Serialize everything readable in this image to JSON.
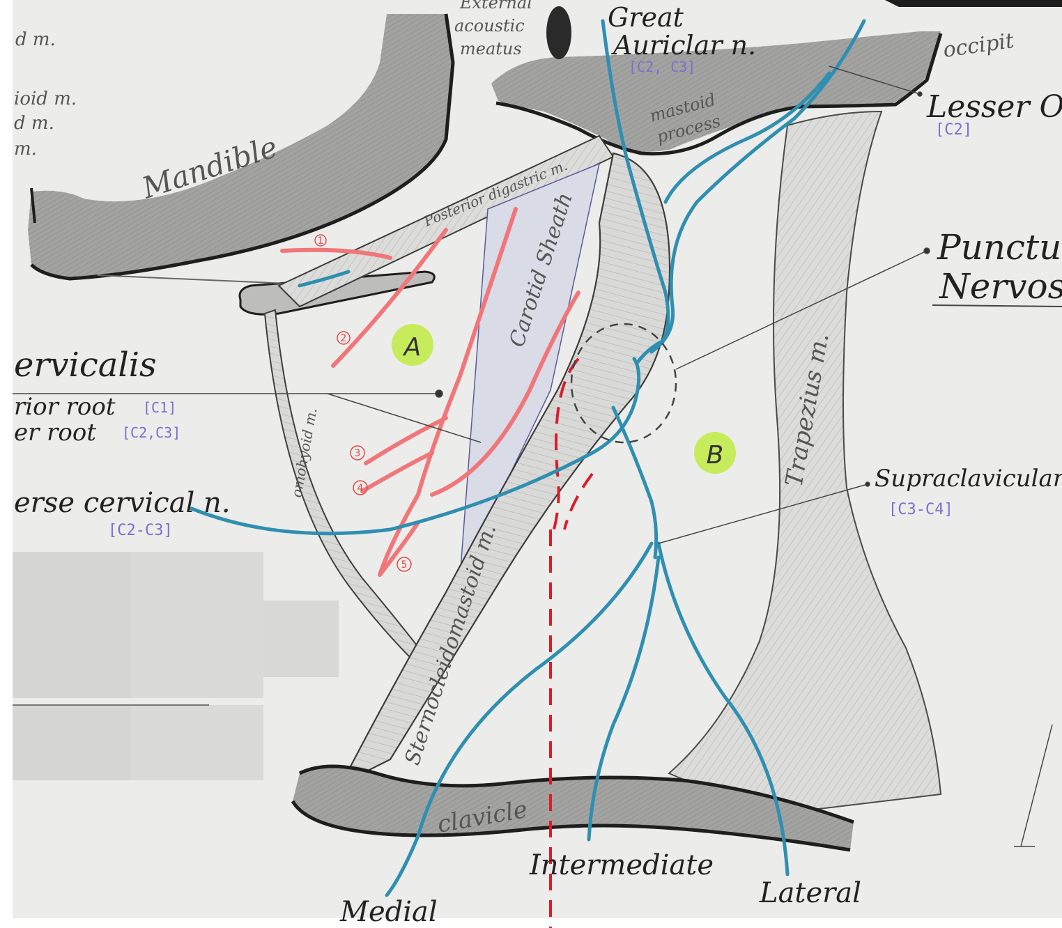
{
  "colors": {
    "paper": "#ececea",
    "bone_fill": "#a9a9a9",
    "bone_outline": "#1e1e1e",
    "muscle_fill": "#d8d8d6",
    "muscle_line": "#5b5b5b",
    "nerve_blue": "#2f8fb0",
    "artery_red": "#f0767a",
    "region_marker": "#c6ec5c",
    "segment_label": "#7d73d6"
  },
  "left_fragments": [
    "d m.",
    "ioid m.",
    "d m.",
    "m."
  ],
  "bones": {
    "mandible": "Mandible",
    "external_meatus": [
      "External",
      "acoustic",
      "meatus"
    ],
    "mastoid": [
      "mastoid",
      "process"
    ],
    "occiput": "occipit",
    "clavicle": "clavicle"
  },
  "muscles": {
    "posterior_digastric": "Posterior digastric m.",
    "carotid_sheath": "Carotid Sheath",
    "omohyoid": "omohyoid m.",
    "sternocleidomastoid": "Sternocleidomastoid m.",
    "trapezius": "Trapezius m."
  },
  "regions": {
    "a": "A",
    "b": "B"
  },
  "ansa": {
    "title": "ervicalis",
    "superior_root": "rior root",
    "superior_segment": "[C1]",
    "inferior_root": "er root",
    "inferior_segment": "[C2,C3]"
  },
  "nerves": {
    "transverse_cervical": "erse cervical n.",
    "transverse_cervical_segments": "[C2-C3]",
    "great_auricular_1": "Great",
    "great_auricular_2": "Auriclar n.",
    "great_auricular_segments": "[C2, C3]",
    "lesser_occipital": "Lesser Oc",
    "lesser_occipital_segments": "[C2]",
    "punctum_1": "Punctur",
    "punctum_2": "Nervosu",
    "supraclavicular": "Supraclavicular",
    "supraclavicular_segments": "[C3-C4]",
    "branch_medial": "Medial",
    "branch_intermediate": "Intermediate",
    "branch_lateral": "Lateral"
  },
  "artery_branch_numbers": [
    "1",
    "2",
    "3",
    "4",
    "5"
  ]
}
